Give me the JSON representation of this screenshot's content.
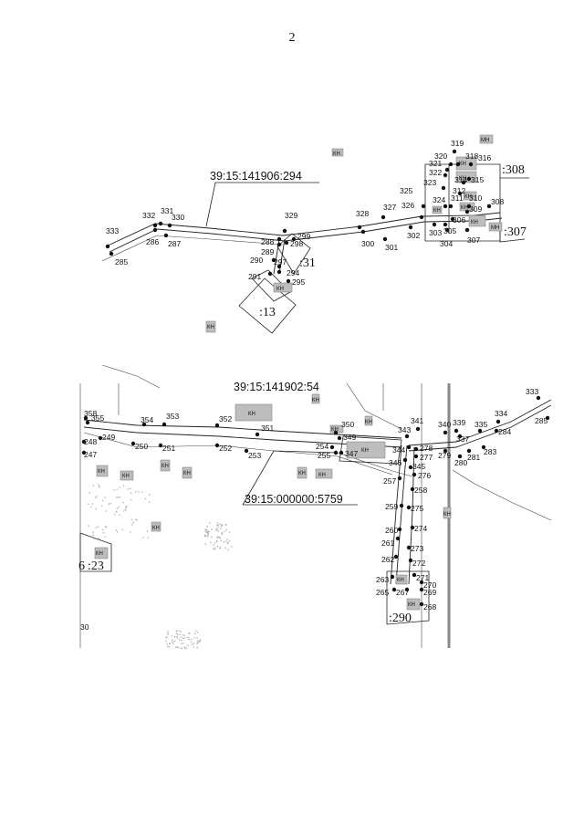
{
  "page_number": "2",
  "map1": {
    "cadastral_label": "39:15:141906:294",
    "plot_labels": [
      ":308",
      ":307",
      ":13",
      ":31"
    ],
    "building_tags": [
      "КН",
      "КН",
      "КН",
      "МН",
      "КН",
      "МН",
      "КН",
      "КН",
      "КН",
      "КН",
      "КН"
    ],
    "points": [
      {
        "id": "333"
      },
      {
        "id": "332"
      },
      {
        "id": "331"
      },
      {
        "id": "330"
      },
      {
        "id": "286"
      },
      {
        "id": "287"
      },
      {
        "id": "285"
      },
      {
        "id": "329"
      },
      {
        "id": "288"
      },
      {
        "id": "289"
      },
      {
        "id": "298"
      },
      {
        "id": "299"
      },
      {
        "id": "290"
      },
      {
        "id": "297"
      },
      {
        "id": "291"
      },
      {
        "id": "294"
      },
      {
        "id": "295"
      },
      {
        "id": "328"
      },
      {
        "id": "300"
      },
      {
        "id": "327"
      },
      {
        "id": "301"
      },
      {
        "id": "302"
      },
      {
        "id": "326"
      },
      {
        "id": "325"
      },
      {
        "id": "303"
      },
      {
        "id": "305"
      },
      {
        "id": "304"
      },
      {
        "id": "307"
      },
      {
        "id": "306"
      },
      {
        "id": "309"
      },
      {
        "id": "310"
      },
      {
        "id": "308"
      },
      {
        "id": "311"
      },
      {
        "id": "324"
      },
      {
        "id": "323"
      },
      {
        "id": "322"
      },
      {
        "id": "321"
      },
      {
        "id": "320"
      },
      {
        "id": "319"
      },
      {
        "id": "318"
      },
      {
        "id": "316"
      },
      {
        "id": "314"
      },
      {
        "id": "315"
      },
      {
        "id": "312"
      }
    ]
  },
  "map2": {
    "cadastral_labels": [
      "39:15:141902:54",
      "39:15:000000:5759"
    ],
    "plot_labels": [
      ":290",
      ":23"
    ],
    "edge_marks": [
      "6",
      "30"
    ],
    "building_tags": [
      "КН",
      "КН",
      "КН",
      "КН",
      "КН",
      "КН",
      "КН",
      "КН",
      "КН",
      "КН",
      "КН",
      "КН",
      "КН",
      "КН",
      "КН",
      "КН"
    ],
    "points": [
      {
        "id": "358"
      },
      {
        "id": "355"
      },
      {
        "id": "248"
      },
      {
        "id": "247"
      },
      {
        "id": "249"
      },
      {
        "id": "354"
      },
      {
        "id": "353"
      },
      {
        "id": "250"
      },
      {
        "id": "251"
      },
      {
        "id": "352"
      },
      {
        "id": "252"
      },
      {
        "id": "351"
      },
      {
        "id": "253"
      },
      {
        "id": "350"
      },
      {
        "id": "349"
      },
      {
        "id": "254"
      },
      {
        "id": "255"
      },
      {
        "id": "347"
      },
      {
        "id": "343"
      },
      {
        "id": "341"
      },
      {
        "id": "344"
      },
      {
        "id": "346"
      },
      {
        "id": "345"
      },
      {
        "id": "278"
      },
      {
        "id": "277"
      },
      {
        "id": "276"
      },
      {
        "id": "257"
      },
      {
        "id": "258"
      },
      {
        "id": "340"
      },
      {
        "id": "339"
      },
      {
        "id": "337"
      },
      {
        "id": "279"
      },
      {
        "id": "280"
      },
      {
        "id": "281"
      },
      {
        "id": "283"
      },
      {
        "id": "335"
      },
      {
        "id": "334"
      },
      {
        "id": "284"
      },
      {
        "id": "333"
      },
      {
        "id": "285"
      },
      {
        "id": "259"
      },
      {
        "id": "275"
      },
      {
        "id": "260"
      },
      {
        "id": "261"
      },
      {
        "id": "274"
      },
      {
        "id": "273"
      },
      {
        "id": "262"
      },
      {
        "id": "272"
      },
      {
        "id": "263"
      },
      {
        "id": "271"
      },
      {
        "id": "270"
      },
      {
        "id": "265"
      },
      {
        "id": "267"
      },
      {
        "id": "269"
      },
      {
        "id": "268"
      }
    ]
  }
}
